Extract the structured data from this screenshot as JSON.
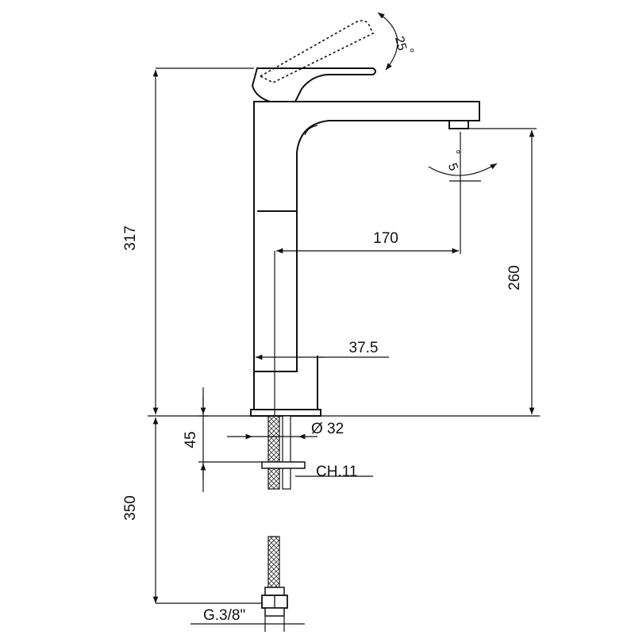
{
  "dimensions": {
    "total_height": "317",
    "spout_reach": "170",
    "spout_height": "260",
    "body_width": "37.5",
    "base_diameter": "Ø 32",
    "shank_length": "45",
    "hose_length": "350",
    "nut": "CH.11",
    "thread": "G.3/8\"",
    "lever_angle": "25",
    "spout_angle": "5",
    "degree_mark": "°"
  }
}
